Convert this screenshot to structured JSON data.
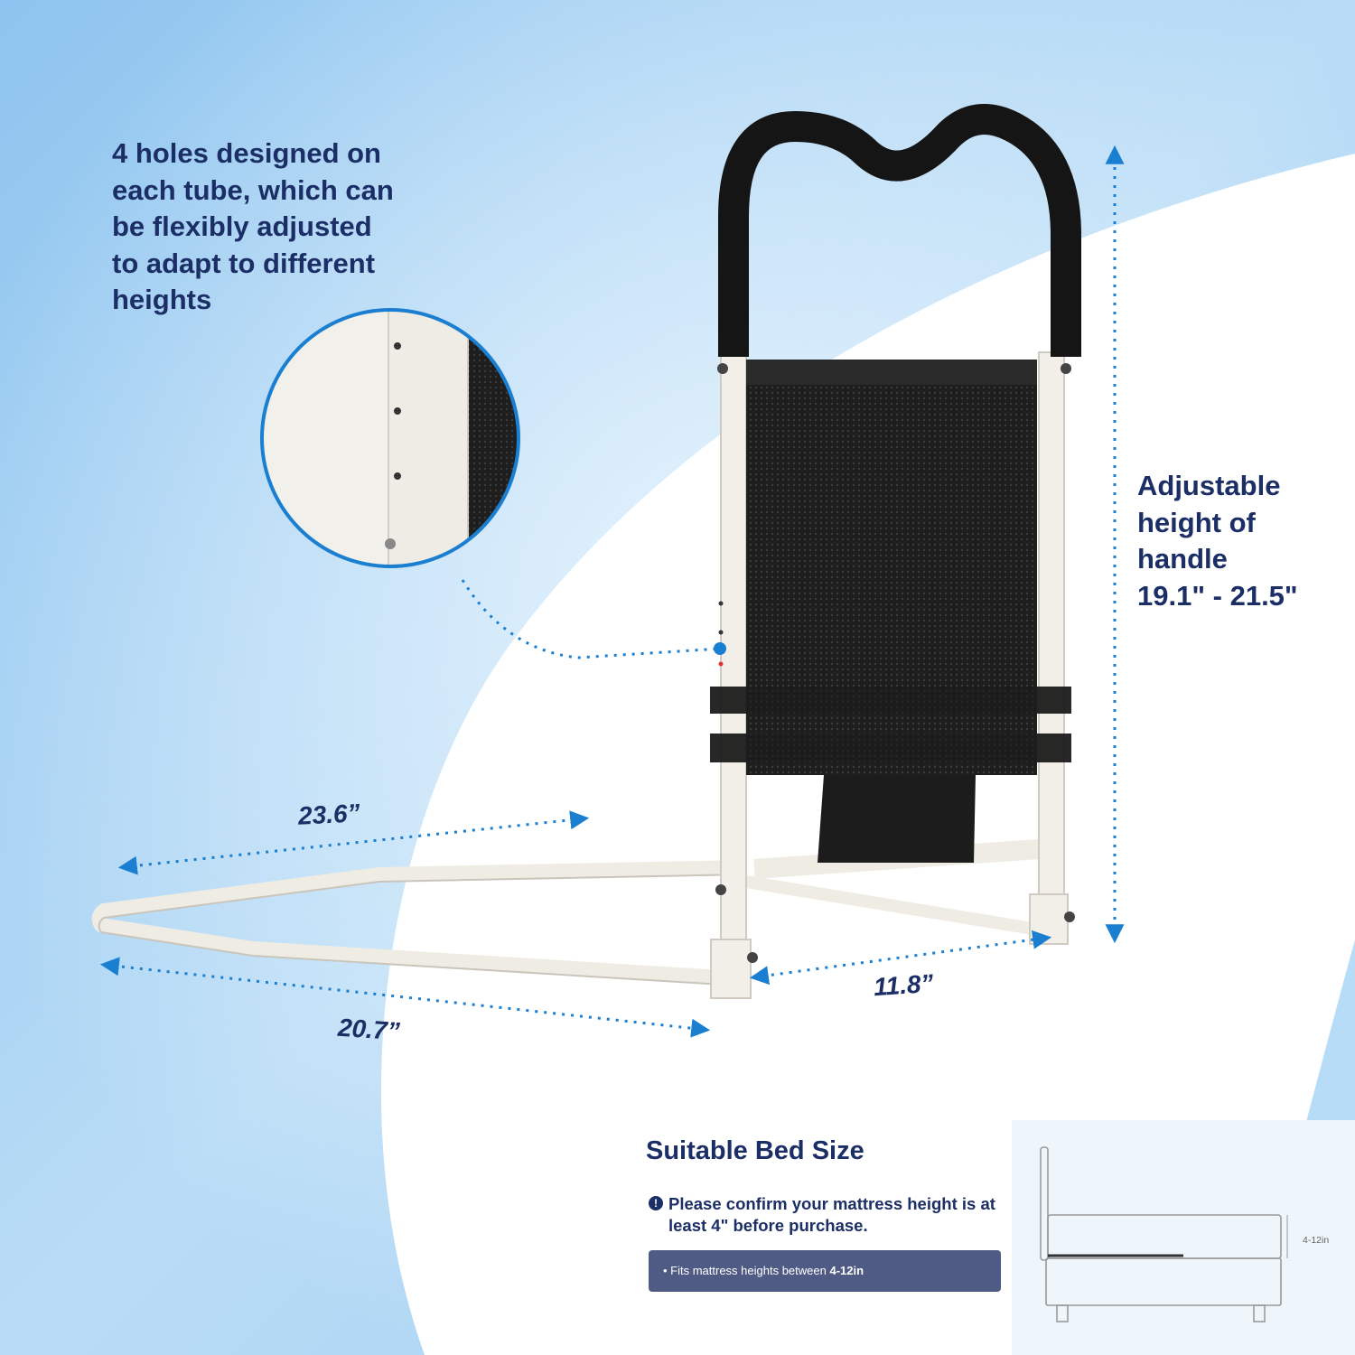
{
  "callouts": {
    "holes_lines": [
      "4 holes designed on",
      "each tube, which can",
      "be flexibly adjusted",
      "to adapt to different",
      "heights"
    ],
    "height_lines": [
      "Adjustable",
      "height of",
      "handle",
      "19.1\" - 21.5\""
    ]
  },
  "dimensions": {
    "length_top": "23.6”",
    "length_bottom": "20.7”",
    "width": "11.8”"
  },
  "bed_size": {
    "title": "Suitable Bed Size",
    "note_icon": "!",
    "note": "Please confirm your mattress height is at least 4\" before purchase.",
    "fits_prefix": "• Fits mattress heights between ",
    "fits_range": "4-12in",
    "mattress_range": "4-12in"
  },
  "colors": {
    "navy_text": "#1c2e66",
    "arrow_blue": "#1a7fd1",
    "sky_blue": "#a9d4f3",
    "fits_bar": "#505b85"
  }
}
